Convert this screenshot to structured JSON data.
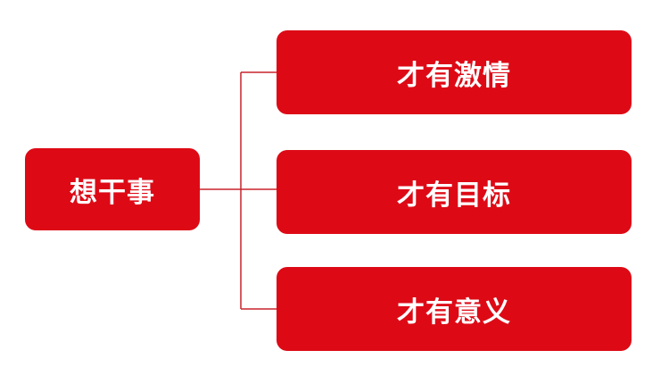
{
  "diagram": {
    "root": {
      "label": "想干事"
    },
    "children": [
      {
        "label": "才有激情"
      },
      {
        "label": "才有目标"
      },
      {
        "label": "才有意义"
      }
    ]
  },
  "colors": {
    "node_fill": "#dd0a16",
    "node_text": "#ffffff",
    "connector": "#c8232c",
    "background": "#ffffff"
  }
}
